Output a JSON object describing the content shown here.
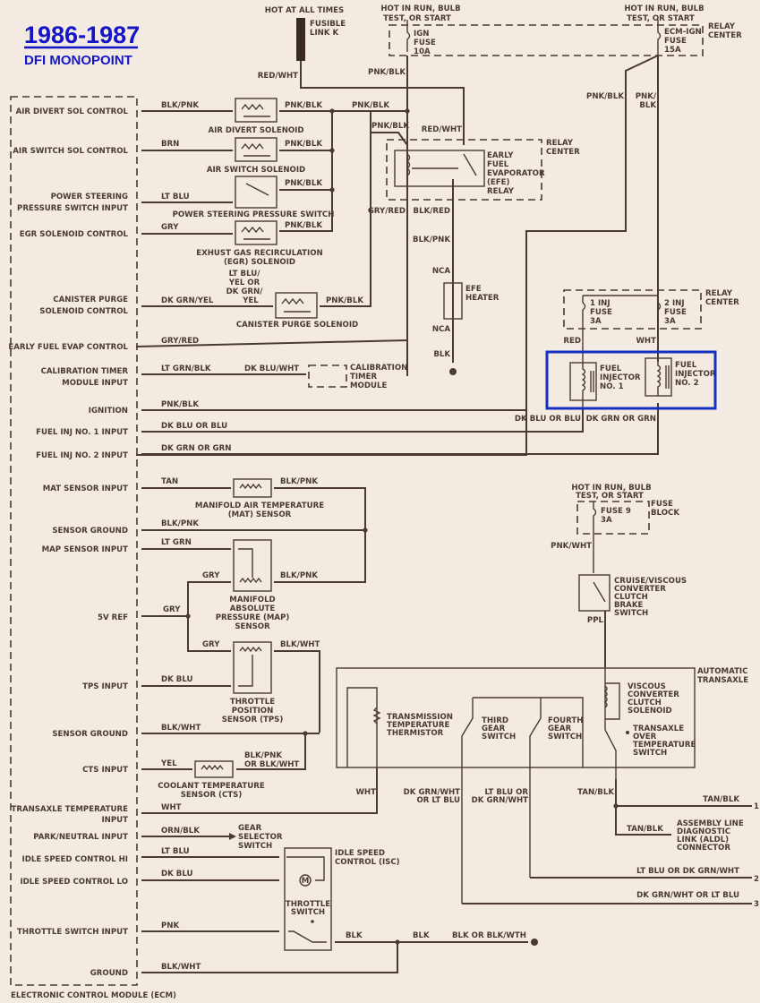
{
  "title": {
    "year": "1986-1987",
    "subtitle": "DFI MONOPOINT",
    "color": "#1515c8"
  },
  "highlight": {
    "target": "fuel-injectors",
    "color": "#1530c0"
  },
  "ecm": {
    "label": "ELECTRONIC CONTROL MODULE (ECM)",
    "pins": [
      {
        "label": "AIR DIVERT SOL CONTROL",
        "wire": "BLK/PNK"
      },
      {
        "label": "AIR SWITCH SOL CONTROL",
        "wire": "BRN"
      },
      {
        "label_1": "POWER STEERING",
        "label_2": "PRESSURE SWITCH INPUT",
        "wire": "LT BLU"
      },
      {
        "label": "EGR SOLENOID CONTROL",
        "wire": "GRY"
      },
      {
        "label_1": "CANISTER PURGE",
        "label_2": "SOLENOID CONTROL",
        "wire": "DK GRN/YEL"
      },
      {
        "label": "EARLY FUEL EVAP CONTROL",
        "wire": "GRY/RED"
      },
      {
        "label_1": "CALIBRATION TIMER",
        "label_2": "MODULE INPUT",
        "wire": "LT GRN/BLK"
      },
      {
        "label": "IGNITION",
        "wire": "PNK/BLK"
      },
      {
        "label": "FUEL INJ NO. 1 INPUT",
        "wire": "DK BLU OR BLU"
      },
      {
        "label": "FUEL INJ NO. 2 INPUT",
        "wire": "DK GRN OR GRN"
      },
      {
        "label": "MAT SENSOR INPUT",
        "wire": "TAN"
      },
      {
        "label": "SENSOR GROUND",
        "wire": "BLK/PNK"
      },
      {
        "label": "MAP SENSOR INPUT",
        "wire": "LT GRN"
      },
      {
        "label": "5V REF",
        "wire": "GRY"
      },
      {
        "label": "TPS INPUT",
        "wire": "DK BLU"
      },
      {
        "label": "SENSOR GROUND",
        "wire": "BLK/WHT"
      },
      {
        "label": "CTS INPUT",
        "wire": "YEL"
      },
      {
        "label_1": "TRANSAXLE TEMPERATURE",
        "label_2": "INPUT",
        "wire": "WHT"
      },
      {
        "label": "PARK/NEUTRAL INPUT",
        "wire": "ORN/BLK"
      },
      {
        "label": "IDLE SPEED CONTROL HI",
        "wire": "LT BLU"
      },
      {
        "label": "IDLE SPEED CONTROL LO",
        "wire": "DK BLU"
      },
      {
        "label": "THROTTLE SWITCH INPUT",
        "wire": "PNK"
      },
      {
        "label": "GROUND",
        "wire": "BLK/WHT"
      }
    ]
  },
  "power": {
    "hot_at_all_times": "HOT AT ALL TIMES",
    "fusible_link_1": "FUSIBLE",
    "fusible_link_2": "LINK K",
    "fusible_wire": "RED/WHT",
    "hot_run_1": "HOT IN RUN, BULB",
    "hot_run_2": "TEST, OR START",
    "ign_fuse_1": "IGN",
    "ign_fuse_2": "FUSE",
    "ign_fuse_3": "10A",
    "ecm_fuse_1": "ECM-IGN",
    "ecm_fuse_2": "FUSE",
    "ecm_fuse_3": "15A",
    "relay_center_1": "RELAY",
    "relay_center_2": "CENTER",
    "pnk_blk": "PNK/BLK",
    "pnk_slash": "PNK/",
    "blk": "BLK"
  },
  "solenoids": {
    "air_divert": "AIR DIVERT SOLENOID",
    "air_switch": "AIR SWITCH SOLENOID",
    "ps_switch": "POWER STEERING PRESSURE SWITCH",
    "egr_1": "EXHUST GAS RECIRCULATION",
    "egr_2": "(EGR) SOLENOID",
    "canister": "CANISTER PURGE SOLENOID",
    "canister_alt_1": "LT BLU/",
    "canister_alt_2": "YEL OR",
    "canister_alt_3": "DK GRN/",
    "canister_alt_4": "YEL",
    "output_wire": "PNK/BLK"
  },
  "efe": {
    "relay_1": "EARLY",
    "relay_2": "FUEL",
    "relay_3": "EVAPORATOR",
    "relay_4": "(EFE)",
    "relay_5": "RELAY",
    "red_wht": "RED/WHT",
    "pnk_blk": "PNK/BLK",
    "gry_red": "GRY/RED",
    "blk_red": "BLK/RED",
    "blk_pnk": "BLK/PNK",
    "nca": "NCA",
    "heater_1": "EFE",
    "heater_2": "HEATER",
    "blk": "BLK"
  },
  "calibration": {
    "wire": "DK BLU/WHT",
    "module_1": "CALIBRATION",
    "module_2": "TIMER",
    "module_3": "MODULE"
  },
  "injectors": {
    "fuse1_1": "1 INJ",
    "fuse1_2": "FUSE",
    "fuse1_3": "3A",
    "fuse2_1": "2 INJ",
    "fuse2_2": "FUSE",
    "fuse2_3": "3A",
    "relay_1": "RELAY",
    "relay_2": "CENTER",
    "red": "RED",
    "wht": "WHT",
    "inj1_1": "FUEL",
    "inj1_2": "INJECTOR",
    "inj1_3": "NO. 1",
    "inj2_1": "FUEL",
    "inj2_2": "INJECTOR",
    "inj2_3": "NO. 2",
    "wire1": "DK BLU OR BLU",
    "wire2": "DK GRN OR GRN"
  },
  "sensors": {
    "mat_1": "MANIFOLD AIR TEMPERATURE",
    "mat_2": "(MAT) SENSOR",
    "mat_out": "BLK/PNK",
    "map_1": "MANIFOLD",
    "map_2": "ABSOLUTE",
    "map_3": "PRESSURE (MAP)",
    "map_4": "SENSOR",
    "map_gry": "GRY",
    "map_out": "BLK/PNK",
    "tps_gry": "GRY",
    "tps_out": "BLK/WHT",
    "tps_1": "THROTTLE",
    "tps_2": "POSITION",
    "tps_3": "SENSOR (TPS)",
    "cts_1": "COOLANT TEMPERATURE",
    "cts_2": "SENSOR (CTS)",
    "cts_out_1": "BLK/PNK",
    "cts_out_2": "OR BLK/WHT",
    "gear_1": "GEAR",
    "gear_2": "SELECTOR",
    "gear_3": "SWITCH"
  },
  "brake": {
    "hot_1": "HOT IN RUN, BULB",
    "hot_2": "TEST, OR START",
    "fuse_1": "FUSE 9",
    "fuse_2": "3A",
    "block_1": "FUSE",
    "block_2": "BLOCK",
    "pnk_wht": "PNK/WHT",
    "switch_1": "CRUISE/VISCOUS",
    "switch_2": "CONVERTER",
    "switch_3": "CLUTCH",
    "switch_4": "BRAKE",
    "switch_5": "SWITCH",
    "ppl": "PPL"
  },
  "transaxle": {
    "label_1": "AUTOMATIC",
    "label_2": "TRANSAXLE",
    "vcc_1": "VISCOUS",
    "vcc_2": "CONVERTER",
    "vcc_3": "CLUTCH",
    "vcc_4": "SOLENOID",
    "therm_1": "TRANSMISSION",
    "therm_2": "TEMPERATURE",
    "therm_3": "THERMISTOR",
    "third_1": "THIRD",
    "third_2": "GEAR",
    "third_3": "SWITCH",
    "fourth_1": "FOURTH",
    "fourth_2": "GEAR",
    "fourth_3": "SWITCH",
    "over_1": "TRANSAXLE",
    "over_2": "OVER",
    "over_3": "TEMPERATURE",
    "over_4": "SWITCH",
    "wht": "WHT",
    "w3_1": "DK GRN/WHT",
    "w3_2": "OR LT BLU",
    "w4_1": "LT BLU OR",
    "w4_2": "DK GRN/WHT",
    "tan_blk": "TAN/BLK",
    "aldl_1": "ASSEMBLY LINE",
    "aldl_2": "DIAGNOSTIC",
    "aldl_3": "LINK (ALDL)",
    "aldl_4": "CONNECTOR",
    "out1_wire": "TAN/BLK",
    "out1_num": "1",
    "out2_wire": "LT BLU OR DK GRN/WHT",
    "out2_num": "2",
    "out3_wire": "DK GRN/WHT OR LT BLU",
    "out3_num": "3"
  },
  "isc": {
    "label_1": "IDLE SPEED",
    "label_2": "CONTROL (ISC)",
    "motor": "M",
    "throttle_1": "THROTTLE",
    "throttle_2": "SWITCH",
    "blk_1": "BLK",
    "blk_2": "BLK",
    "ground_wire": "BLK OR BLK/WTH"
  }
}
